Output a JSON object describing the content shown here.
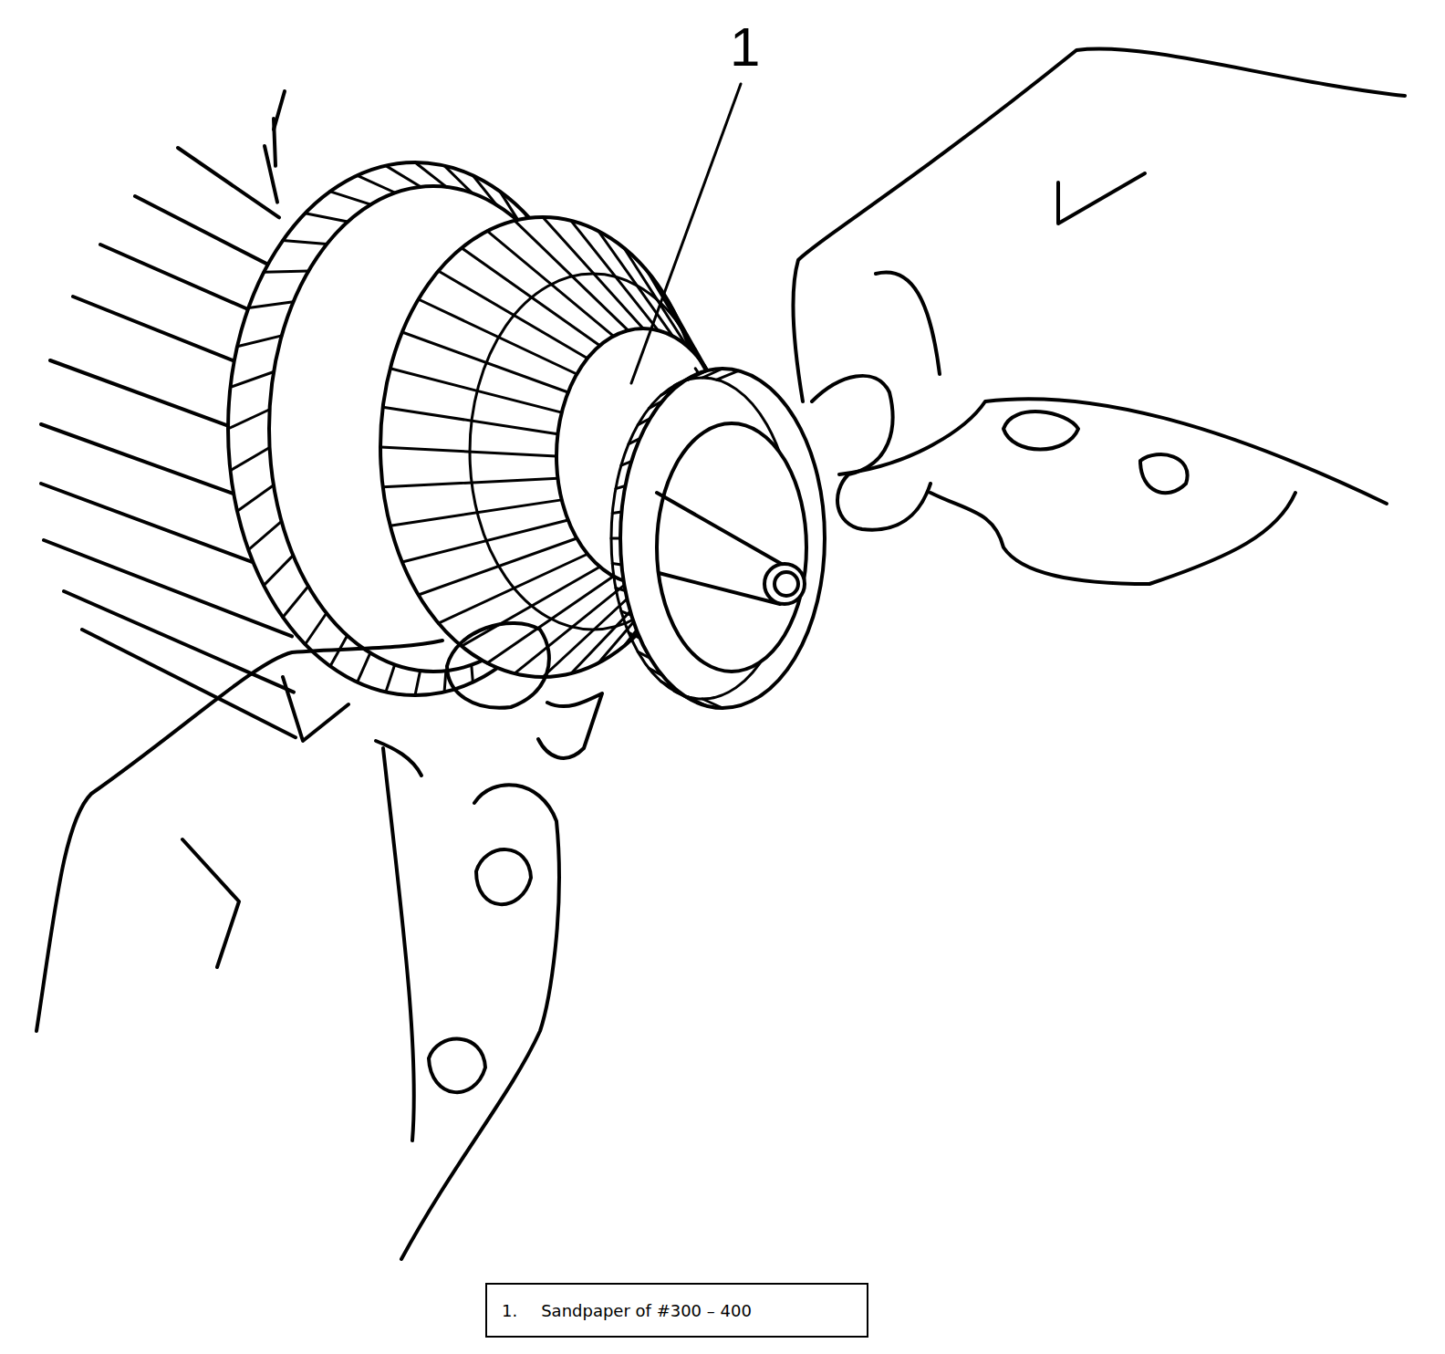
{
  "diagram": {
    "nodes": [
      {
        "text": [
          "1.",
          "Sandpaper of #300 – 400"
        ]
      }
    ],
    "labels": [
      "1"
    ]
  }
}
